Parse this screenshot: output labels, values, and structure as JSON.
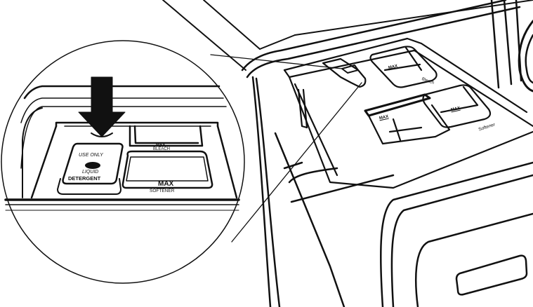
{
  "diagram": {
    "subject": "Washer dispenser drawer with detergent compartment callout",
    "callout": {
      "arrow": "down-arrow",
      "detergent_cup": {
        "line1": "USE ONLY",
        "line2": "LIQUID",
        "line3": "DETERGENT"
      },
      "bleach_label": "MAX",
      "bleach_name": "BLEACH",
      "softener_label": "MAX",
      "softener_name": "SOFTENER"
    },
    "drawer": {
      "bleach_max": "MAX",
      "bleach_name": "Bleach",
      "softener_max": "MAX",
      "softener_name": "Softener",
      "detergent_max": "MAX"
    },
    "colors": {
      "line": "#111111",
      "background": "#ffffff"
    }
  }
}
